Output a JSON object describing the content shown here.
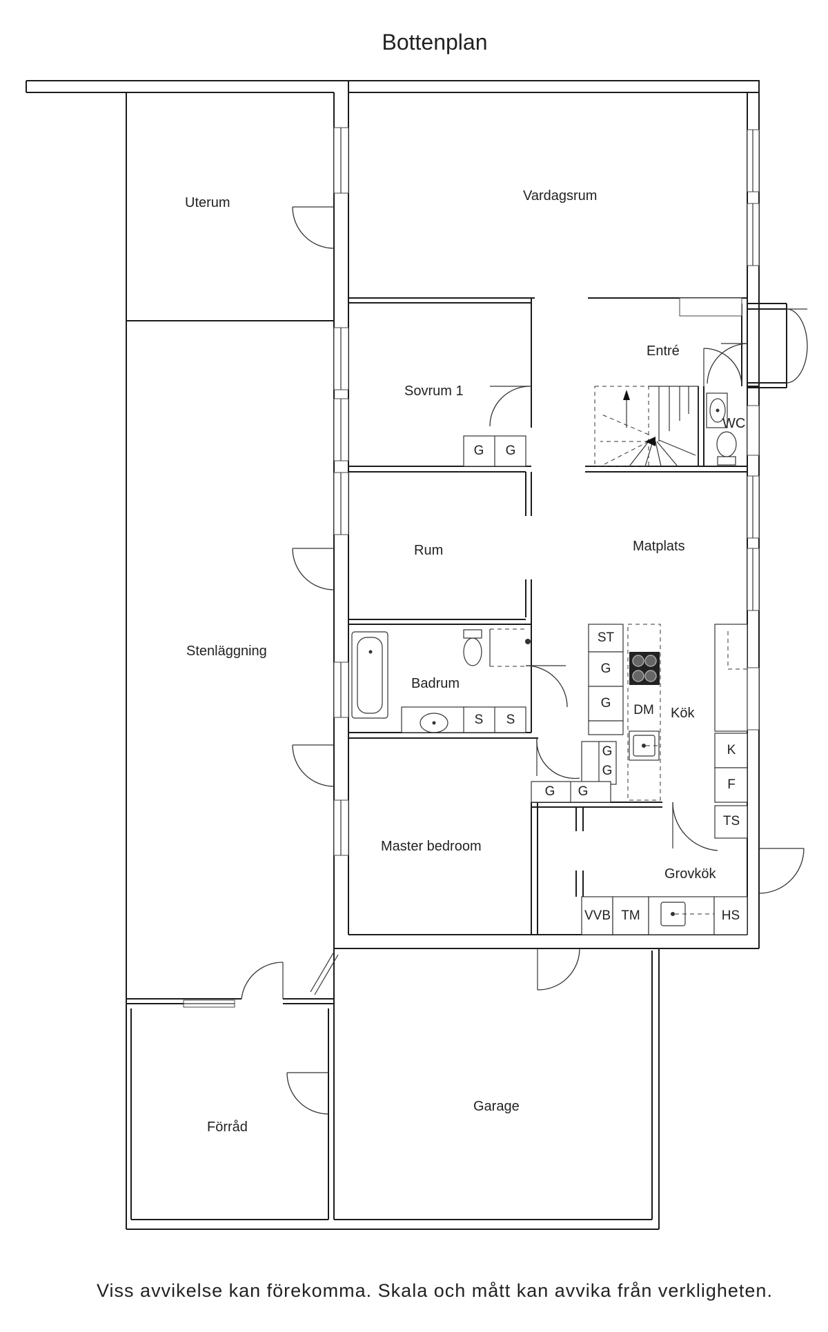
{
  "title": "Bottenplan",
  "disclaimer": "Viss avvikelse kan förekomma. Skala och mått kan avvika från verkligheten.",
  "rooms": {
    "uterum": "Uterum",
    "vardagsrum": "Vardagsrum",
    "entre": "Entré",
    "sovrum1": "Sovrum 1",
    "wc": "WC",
    "rum": "Rum",
    "matplats": "Matplats",
    "stenlaggning": "Stenläggning",
    "badrum": "Badrum",
    "kok": "Kök",
    "master": "Master bedroom",
    "grovkok": "Grovkök",
    "forrad": "Förråd",
    "garage": "Garage"
  },
  "fixtures": {
    "wardrobe": "G",
    "sink_cab": "S",
    "st": "ST",
    "dm": "DM",
    "k": "K",
    "f": "F",
    "ts": "TS",
    "vvb": "VVB",
    "tm": "TM",
    "hs": "HS"
  }
}
